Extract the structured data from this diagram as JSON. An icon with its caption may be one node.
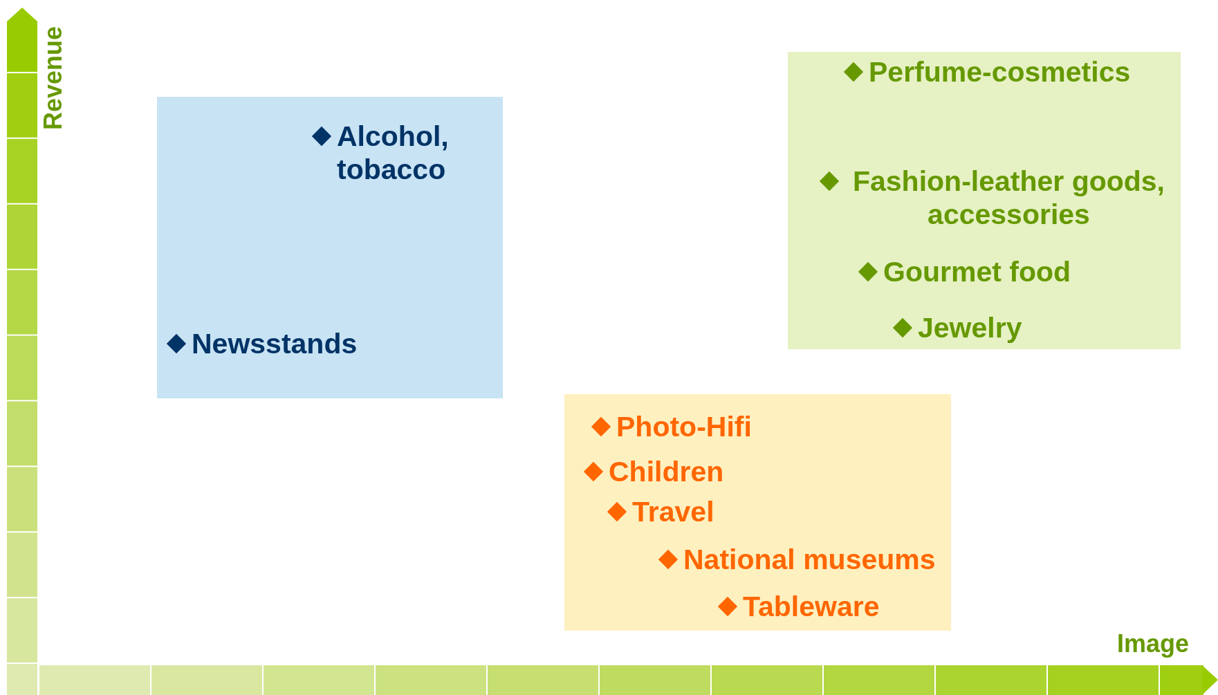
{
  "diagram": {
    "nodes": [
      {
        "text": [
          "Alcohol, tobacco",
          "Newsstands"
        ]
      },
      {
        "text": [
          "Perfume-cosmetics",
          "Fashion-leather goods, accessories",
          "Gourmet food",
          "Jewelry"
        ]
      },
      {
        "text": [
          "Photo-Hifi",
          "Children",
          "Travel",
          "National museums",
          "Tableware"
        ]
      }
    ],
    "edges": [],
    "labels": [
      "Revenue",
      "Image"
    ]
  }
}
